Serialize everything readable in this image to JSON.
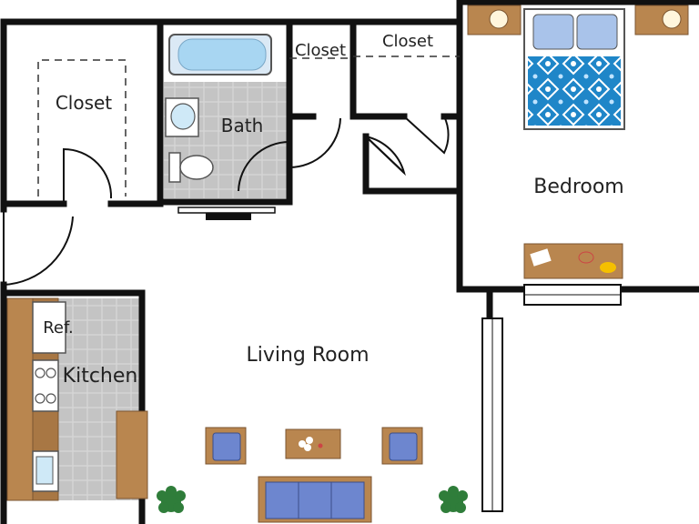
{
  "rooms": {
    "closet_left": "Closet",
    "closet_mid": "Closet",
    "closet_right": "Closet",
    "bath": "Bath",
    "bedroom": "Bedroom",
    "ref": "Ref.",
    "kitchen": "Kitchen",
    "living_room": "Living Room"
  },
  "colors": {
    "wall": "#111111",
    "tile": "#c9c9c9",
    "wood": "#b9864f",
    "blue_furniture": "#6d86cf",
    "quilt": "#2f8fd0",
    "plant": "#2f7d3a"
  }
}
